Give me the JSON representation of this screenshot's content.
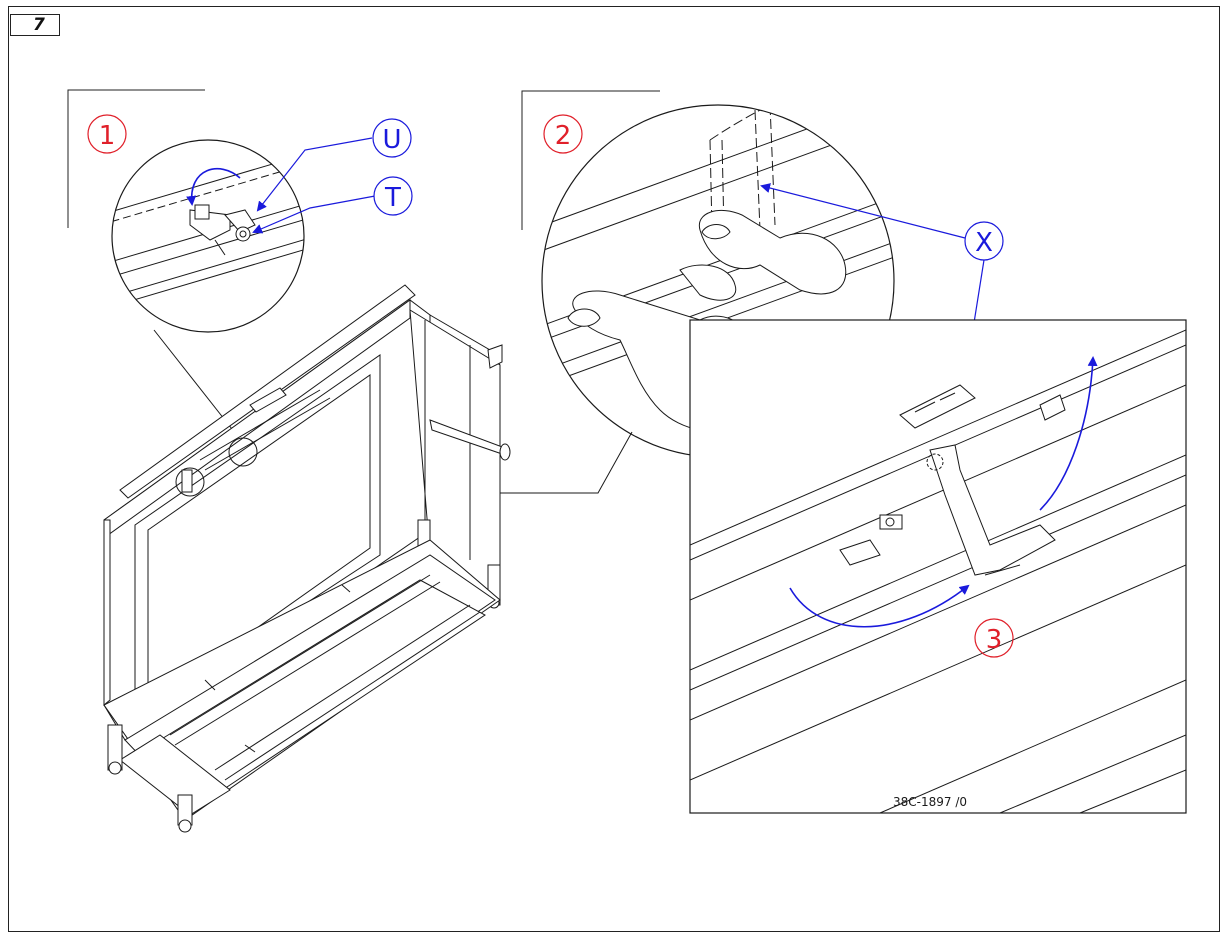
{
  "page_number": "7",
  "steps": {
    "step1": "1",
    "step2": "2",
    "step3": "3"
  },
  "callouts": {
    "u": "U",
    "t": "T",
    "x": "X"
  },
  "drawing_number": "38C-1897 /0",
  "colors": {
    "step": "#e0202a",
    "callout": "#1a1adc",
    "arrow": "#1a1adc",
    "line": "#1a1a1a"
  }
}
